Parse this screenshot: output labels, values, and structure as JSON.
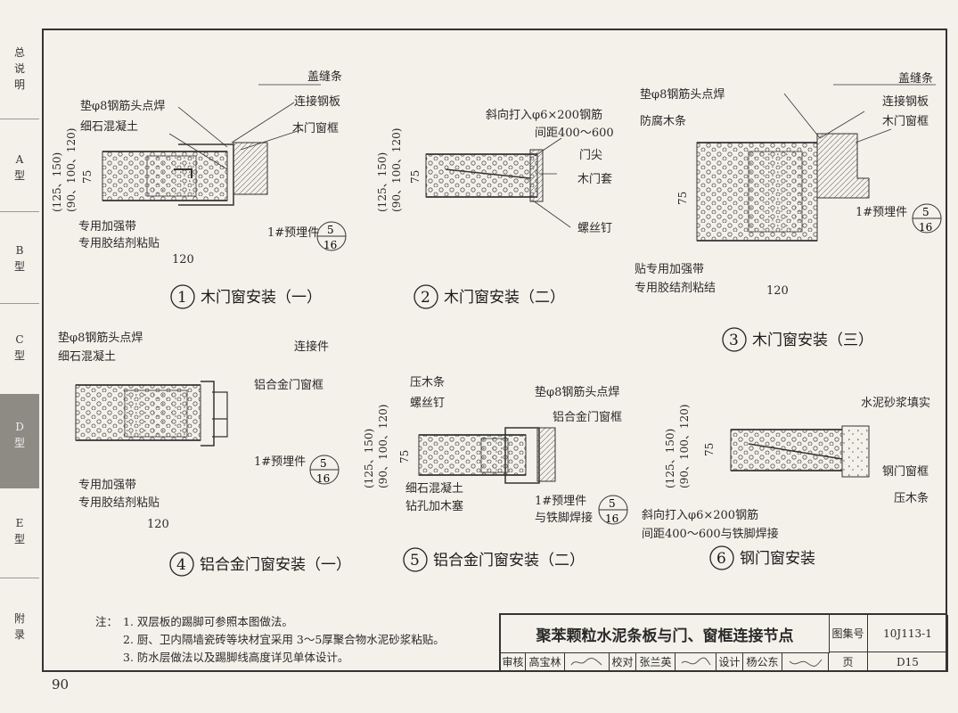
{
  "sidebar": {
    "tabs": [
      {
        "label": "总\n说\n明"
      },
      {
        "label": "A\n型"
      },
      {
        "label": "B\n型"
      },
      {
        "label": "C\n型"
      },
      {
        "label": "D\n型"
      },
      {
        "label": "E\n型"
      },
      {
        "label": "附\n录"
      }
    ],
    "active_tab": "D\n型"
  },
  "page_number": "90",
  "details": [
    {
      "num": "1",
      "title": "木门窗安装（一）",
      "labels": {
        "l1": "垫φ8钢筋头点焊",
        "l2": "细石混凝土",
        "l3": "盖缝条",
        "l4": "连接钢板",
        "l5": "木门窗框",
        "l6": "专用加强带",
        "l7": "专用胶结剂粘贴",
        "l8": "1#预埋件"
      },
      "dims": {
        "d1": "120",
        "d2": "75",
        "d3": "(125、150)",
        "d4": "(90、100、120)"
      },
      "ref": {
        "top": "5",
        "bottom": "16"
      }
    },
    {
      "num": "2",
      "title": "木门窗安装（二）",
      "labels": {
        "l1": "斜向打入φ6×200钢筋",
        "l2": "间距400～600",
        "l3": "门尖",
        "l4": "木门套",
        "l5": "螺丝钉"
      },
      "dims": {
        "d2": "75",
        "d3": "(125、150)",
        "d4": "(90、100、120)"
      }
    },
    {
      "num": "3",
      "title": "木门窗安装（三）",
      "labels": {
        "l1": "垫φ8钢筋头点焊",
        "l2": "防腐木条",
        "l3": "盖缝条",
        "l4": "连接钢板",
        "l5": "木门窗框",
        "l6": "贴专用加强带",
        "l7": "专用胶结剂粘结",
        "l8": "1#预埋件"
      },
      "dims": {
        "d1": "120",
        "d2": "75"
      },
      "ref": {
        "top": "5",
        "bottom": "16"
      }
    },
    {
      "num": "4",
      "title": "铝合金门窗安装（一）",
      "labels": {
        "l1": "垫φ8钢筋头点焊",
        "l2": "细石混凝土",
        "l3": "连接件",
        "l4": "铝合金门窗框",
        "l6": "专用加强带",
        "l7": "专用胶结剂粘贴",
        "l8": "1#预埋件"
      },
      "dims": {
        "d1": "120"
      },
      "ref": {
        "top": "5",
        "bottom": "16"
      }
    },
    {
      "num": "5",
      "title": "铝合金门窗安装（二）",
      "labels": {
        "l1": "压木条",
        "l2": "螺丝钉",
        "l3": "垫φ8钢筋头点焊",
        "l4": "铝合金门窗框",
        "l6": "细石混凝土",
        "l7": "钻孔加木塞",
        "l8": "1#预埋件",
        "l9": "与铁脚焊接"
      },
      "dims": {
        "d2": "75",
        "d3": "(125、150)",
        "d4": "(90、100、120)"
      },
      "ref": {
        "top": "5",
        "bottom": "16"
      }
    },
    {
      "num": "6",
      "title": "钢门窗安装",
      "labels": {
        "l1": "水泥砂浆填实",
        "l2": "钢门窗框",
        "l3": "压木条",
        "l4": "斜向打入φ6×200钢筋",
        "l5": "间距400～600与铁脚焊接"
      },
      "dims": {
        "d2": "75",
        "d3": "(125、150)",
        "d4": "(90、100、120)"
      }
    }
  ],
  "notes": {
    "label": "注：",
    "items": [
      "1.  双层板的踢脚可参照本图做法。",
      "2.  厨、卫内隔墙瓷砖等块材宜采用 3～5厚聚合物水泥砂浆粘贴。",
      "3.  防水层做法以及踢脚线高度详见单体设计。"
    ]
  },
  "title_block": {
    "title": "聚苯颗粒水泥条板与门、窗框连接节点",
    "atlas_label": "图集号",
    "atlas_value": "10J113-1",
    "page_label": "页",
    "page_value": "D15",
    "review_label": "审核",
    "review_name": "高宝林",
    "check_label": "校对",
    "check_name": "张兰英",
    "design_label": "设计",
    "design_name": "杨公东"
  },
  "colors": {
    "ink": "#2a2a2a",
    "paper": "#f4f1ea",
    "active_tab": "#8e8a84"
  }
}
